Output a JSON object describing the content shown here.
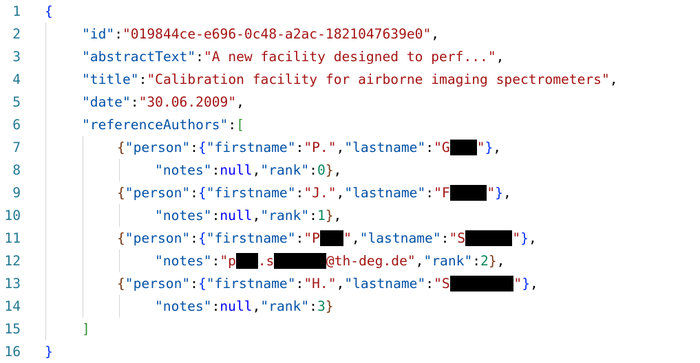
{
  "theme": {
    "punct": "#000000",
    "brace": "#0431fa",
    "bracket": "#319331",
    "inner_brace": "#7b3814",
    "key": "#0451a5",
    "string": "#a31515",
    "number": "#098658",
    "keyword": "#0000ff",
    "line_number": "#237893"
  },
  "lines": [
    {
      "n": "1",
      "indent": 0,
      "tokens": [
        {
          "t": "{",
          "c": "brace"
        }
      ]
    },
    {
      "n": "2",
      "indent": 1,
      "tokens": [
        {
          "t": "\"id\"",
          "c": "key"
        },
        {
          "t": ":",
          "c": "punct"
        },
        {
          "t": "\"019844ce-e696-0c48-a2ac-1821047639e0\"",
          "c": "string"
        },
        {
          "t": ",",
          "c": "punct"
        }
      ]
    },
    {
      "n": "3",
      "indent": 1,
      "tokens": [
        {
          "t": "\"abstractText\"",
          "c": "key"
        },
        {
          "t": ":",
          "c": "punct"
        },
        {
          "t": "\"A new facility designed to perf...\"",
          "c": "string"
        },
        {
          "t": ",",
          "c": "punct"
        }
      ]
    },
    {
      "n": "4",
      "indent": 1,
      "tokens": [
        {
          "t": "\"title\"",
          "c": "key"
        },
        {
          "t": ":",
          "c": "punct"
        },
        {
          "t": "\"Calibration facility for airborne imaging spectrometers\"",
          "c": "string"
        },
        {
          "t": ",",
          "c": "punct"
        }
      ]
    },
    {
      "n": "5",
      "indent": 1,
      "tokens": [
        {
          "t": "\"date\"",
          "c": "key"
        },
        {
          "t": ":",
          "c": "punct"
        },
        {
          "t": "\"30.06.2009\"",
          "c": "string"
        },
        {
          "t": ",",
          "c": "punct"
        }
      ]
    },
    {
      "n": "6",
      "indent": 1,
      "tokens": [
        {
          "t": "\"referenceAuthors\"",
          "c": "key"
        },
        {
          "t": ":",
          "c": "punct"
        },
        {
          "t": "[",
          "c": "bracket"
        }
      ]
    },
    {
      "n": "7",
      "indent": 2,
      "tokens": [
        {
          "t": "{",
          "c": "inner_brace"
        },
        {
          "t": "\"person\"",
          "c": "key"
        },
        {
          "t": ":",
          "c": "punct"
        },
        {
          "t": "{",
          "c": "brace"
        },
        {
          "t": "\"firstname\"",
          "c": "key"
        },
        {
          "t": ":",
          "c": "punct"
        },
        {
          "t": "\"P.\"",
          "c": "string"
        },
        {
          "t": ",",
          "c": "punct"
        },
        {
          "t": "\"lastname\"",
          "c": "key"
        },
        {
          "t": ":",
          "c": "punct"
        },
        {
          "t": "\"G",
          "c": "string"
        },
        {
          "r": 3.2
        },
        {
          "t": "\"",
          "c": "string"
        },
        {
          "t": "}",
          "c": "brace"
        },
        {
          "t": ",",
          "c": "punct"
        }
      ]
    },
    {
      "n": "8",
      "indent": 3,
      "tokens": [
        {
          "t": "\"notes\"",
          "c": "key"
        },
        {
          "t": ":",
          "c": "punct"
        },
        {
          "t": "null",
          "c": "keyword"
        },
        {
          "t": ",",
          "c": "punct"
        },
        {
          "t": "\"rank\"",
          "c": "key"
        },
        {
          "t": ":",
          "c": "punct"
        },
        {
          "t": "0",
          "c": "number"
        },
        {
          "t": "}",
          "c": "inner_brace"
        },
        {
          "t": ",",
          "c": "punct"
        }
      ]
    },
    {
      "n": "9",
      "indent": 2,
      "tokens": [
        {
          "t": "{",
          "c": "inner_brace"
        },
        {
          "t": "\"person\"",
          "c": "key"
        },
        {
          "t": ":",
          "c": "punct"
        },
        {
          "t": "{",
          "c": "brace"
        },
        {
          "t": "\"firstname\"",
          "c": "key"
        },
        {
          "t": ":",
          "c": "punct"
        },
        {
          "t": "\"J.\"",
          "c": "string"
        },
        {
          "t": ",",
          "c": "punct"
        },
        {
          "t": "\"lastname\"",
          "c": "key"
        },
        {
          "t": ":",
          "c": "punct"
        },
        {
          "t": "\"F",
          "c": "string"
        },
        {
          "r": 4.4
        },
        {
          "t": "\"",
          "c": "string"
        },
        {
          "t": "}",
          "c": "brace"
        },
        {
          "t": ",",
          "c": "punct"
        }
      ]
    },
    {
      "n": "10",
      "indent": 3,
      "tokens": [
        {
          "t": "\"notes\"",
          "c": "key"
        },
        {
          "t": ":",
          "c": "punct"
        },
        {
          "t": "null",
          "c": "keyword"
        },
        {
          "t": ",",
          "c": "punct"
        },
        {
          "t": "\"rank\"",
          "c": "key"
        },
        {
          "t": ":",
          "c": "punct"
        },
        {
          "t": "1",
          "c": "number"
        },
        {
          "t": "}",
          "c": "inner_brace"
        },
        {
          "t": ",",
          "c": "punct"
        }
      ]
    },
    {
      "n": "11",
      "indent": 2,
      "tokens": [
        {
          "t": "{",
          "c": "inner_brace"
        },
        {
          "t": "\"person\"",
          "c": "key"
        },
        {
          "t": ":",
          "c": "punct"
        },
        {
          "t": "{",
          "c": "brace"
        },
        {
          "t": "\"firstname\"",
          "c": "key"
        },
        {
          "t": ":",
          "c": "punct"
        },
        {
          "t": "\"P",
          "c": "string"
        },
        {
          "r": 2.8
        },
        {
          "t": "\"",
          "c": "string"
        },
        {
          "t": ",",
          "c": "punct"
        },
        {
          "t": "\"lastname\"",
          "c": "key"
        },
        {
          "t": ":",
          "c": "punct"
        },
        {
          "t": "\"S",
          "c": "string"
        },
        {
          "r": 5.6
        },
        {
          "t": "\"",
          "c": "string"
        },
        {
          "t": "}",
          "c": "brace"
        },
        {
          "t": ",",
          "c": "punct"
        }
      ]
    },
    {
      "n": "12",
      "indent": 3,
      "tokens": [
        {
          "t": "\"notes\"",
          "c": "key"
        },
        {
          "t": ":",
          "c": "punct"
        },
        {
          "t": "\"p",
          "c": "string"
        },
        {
          "r": 2.6
        },
        {
          "t": ".s",
          "c": "string"
        },
        {
          "r": 6.2
        },
        {
          "t": "@th-deg.de\"",
          "c": "string"
        },
        {
          "t": ",",
          "c": "punct"
        },
        {
          "t": "\"rank\"",
          "c": "key"
        },
        {
          "t": ":",
          "c": "punct"
        },
        {
          "t": "2",
          "c": "number"
        },
        {
          "t": "}",
          "c": "inner_brace"
        },
        {
          "t": ",",
          "c": "punct"
        }
      ]
    },
    {
      "n": "13",
      "indent": 2,
      "tokens": [
        {
          "t": "{",
          "c": "inner_brace"
        },
        {
          "t": "\"person\"",
          "c": "key"
        },
        {
          "t": ":",
          "c": "punct"
        },
        {
          "t": "{",
          "c": "brace"
        },
        {
          "t": "\"firstname\"",
          "c": "key"
        },
        {
          "t": ":",
          "c": "punct"
        },
        {
          "t": "\"H.\"",
          "c": "string"
        },
        {
          "t": ",",
          "c": "punct"
        },
        {
          "t": "\"lastname\"",
          "c": "key"
        },
        {
          "t": ":",
          "c": "punct"
        },
        {
          "t": "\"S",
          "c": "string"
        },
        {
          "r": 7.6
        },
        {
          "t": "\"",
          "c": "string"
        },
        {
          "t": "}",
          "c": "brace"
        },
        {
          "t": ",",
          "c": "punct"
        }
      ]
    },
    {
      "n": "14",
      "indent": 3,
      "tokens": [
        {
          "t": "\"notes\"",
          "c": "key"
        },
        {
          "t": ":",
          "c": "punct"
        },
        {
          "t": "null",
          "c": "keyword"
        },
        {
          "t": ",",
          "c": "punct"
        },
        {
          "t": "\"rank\"",
          "c": "key"
        },
        {
          "t": ":",
          "c": "punct"
        },
        {
          "t": "3",
          "c": "number"
        },
        {
          "t": "}",
          "c": "inner_brace"
        }
      ]
    },
    {
      "n": "15",
      "indent": 1,
      "tokens": [
        {
          "t": "]",
          "c": "bracket"
        }
      ]
    },
    {
      "n": "16",
      "indent": 0,
      "tokens": [
        {
          "t": "}",
          "c": "brace"
        }
      ]
    }
  ]
}
